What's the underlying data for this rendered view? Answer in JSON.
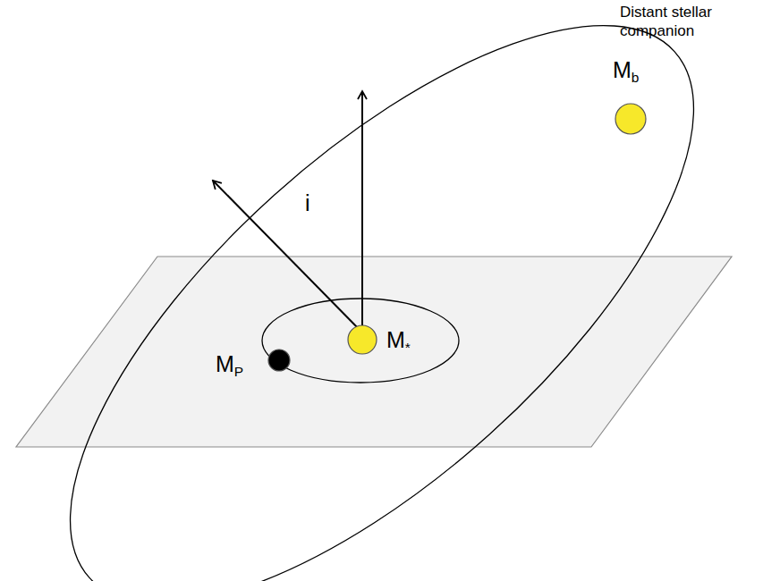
{
  "diagram": {
    "nodes": [
      {
        "text": [
          "Distant stellar companion",
          "Mb"
        ]
      },
      {
        "text": [
          "M*"
        ]
      },
      {
        "text": [
          "MP"
        ]
      }
    ],
    "labels": [
      "i"
    ]
  }
}
